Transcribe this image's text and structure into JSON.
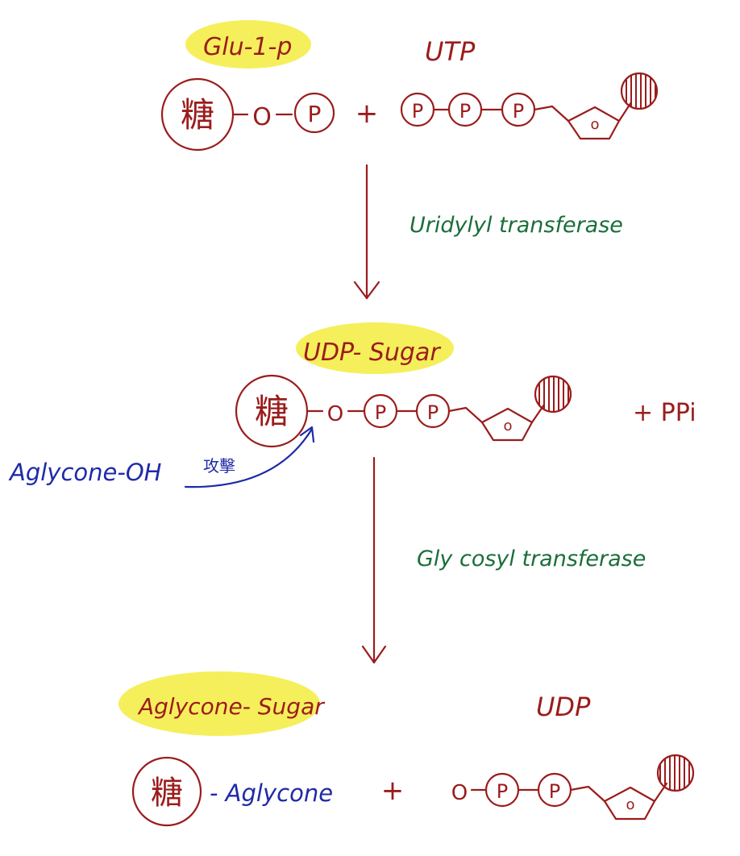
{
  "row1": {
    "reactant1_label": "Glu-1-p",
    "reactant2_label": "UTP",
    "sugar_char": "糖",
    "oxygen": "O",
    "phosphate": "P",
    "ribose_oxygen": "o",
    "plus": "+"
  },
  "step1": {
    "enzyme": "Uridylyl transferase"
  },
  "row2": {
    "product_label": "UDP- Sugar",
    "sugar_char": "糖",
    "oxygen": "O",
    "phosphate": "P",
    "ribose_oxygen": "o",
    "byproduct": "+ PPi",
    "nucleophile": "Aglycone-OH",
    "attack_label": "攻擊"
  },
  "step2": {
    "enzyme": "Gly cosyl transferase"
  },
  "row3": {
    "product_label": "Aglycone- Sugar",
    "byproduct_label": "UDP",
    "sugar_char": "糖",
    "aglycone": "- Aglycone",
    "plus": "+",
    "oxygen": "O",
    "phosphate": "P",
    "ribose_oxygen": "o"
  },
  "colors": {
    "structure": "#9b1c1c",
    "enzyme": "#1b6e3a",
    "aglycone": "#1f2aa8",
    "highlight": "#f5ef5b"
  }
}
